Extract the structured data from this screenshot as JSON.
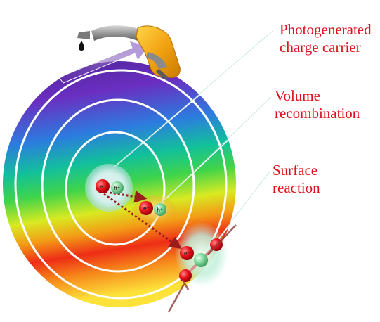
{
  "labels": {
    "photogenerated": [
      "Photogenerated",
      "charge carrier"
    ],
    "volume": [
      "Volume",
      "recombination"
    ],
    "surface": [
      "Surface",
      "reaction"
    ]
  },
  "particles": {
    "electron": "e⁻",
    "hole": "h⁺"
  },
  "colors": {
    "label_text": "#e0101c",
    "electron": "#e8121b",
    "hole": "#7fd79a",
    "ring": "#ffffff",
    "arrow": "#9b1c1c"
  },
  "icons": [
    "fuel-nozzle-icon",
    "oil-drop-icon"
  ]
}
